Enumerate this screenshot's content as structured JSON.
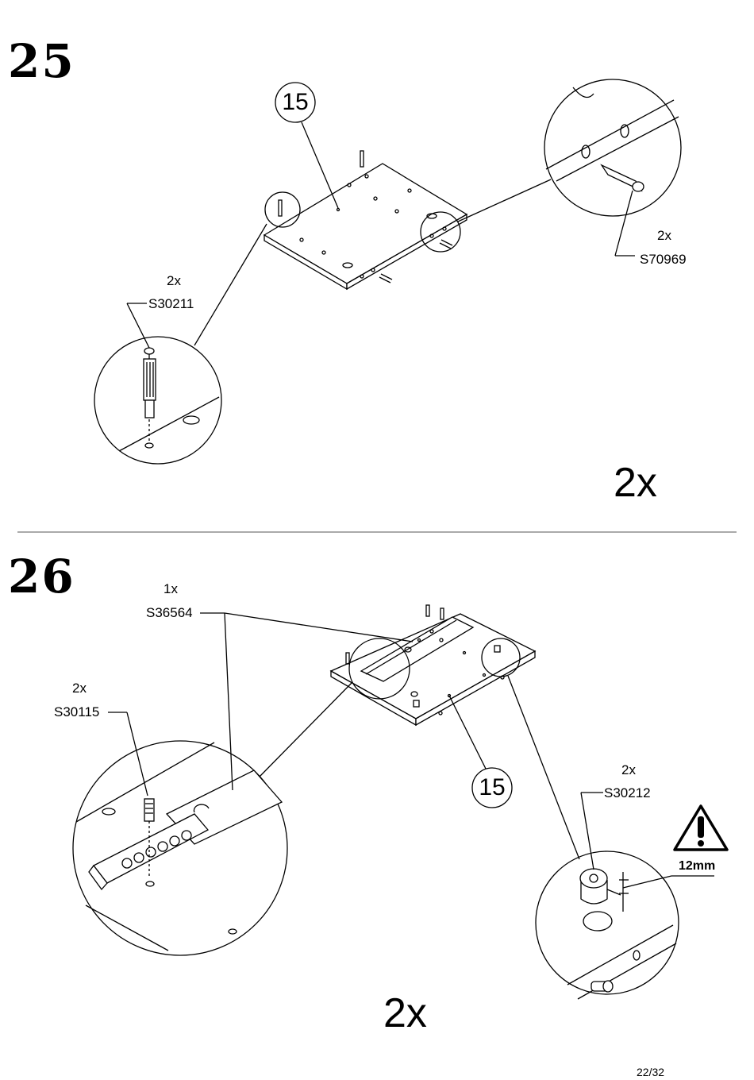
{
  "page_number": "22/32",
  "steps": [
    {
      "number": "25",
      "part_number": "15",
      "repeat": "2x",
      "parts": [
        {
          "quantity": "2x",
          "code": "S70969"
        },
        {
          "quantity": "2x",
          "code": "S30211"
        }
      ]
    },
    {
      "number": "26",
      "part_number": "15",
      "repeat": "2x",
      "parts": [
        {
          "quantity": "1x",
          "code": "S36564"
        },
        {
          "quantity": "2x",
          "code": "S30115"
        },
        {
          "quantity": "2x",
          "code": "S30212"
        }
      ],
      "warning": "12mm"
    }
  ]
}
